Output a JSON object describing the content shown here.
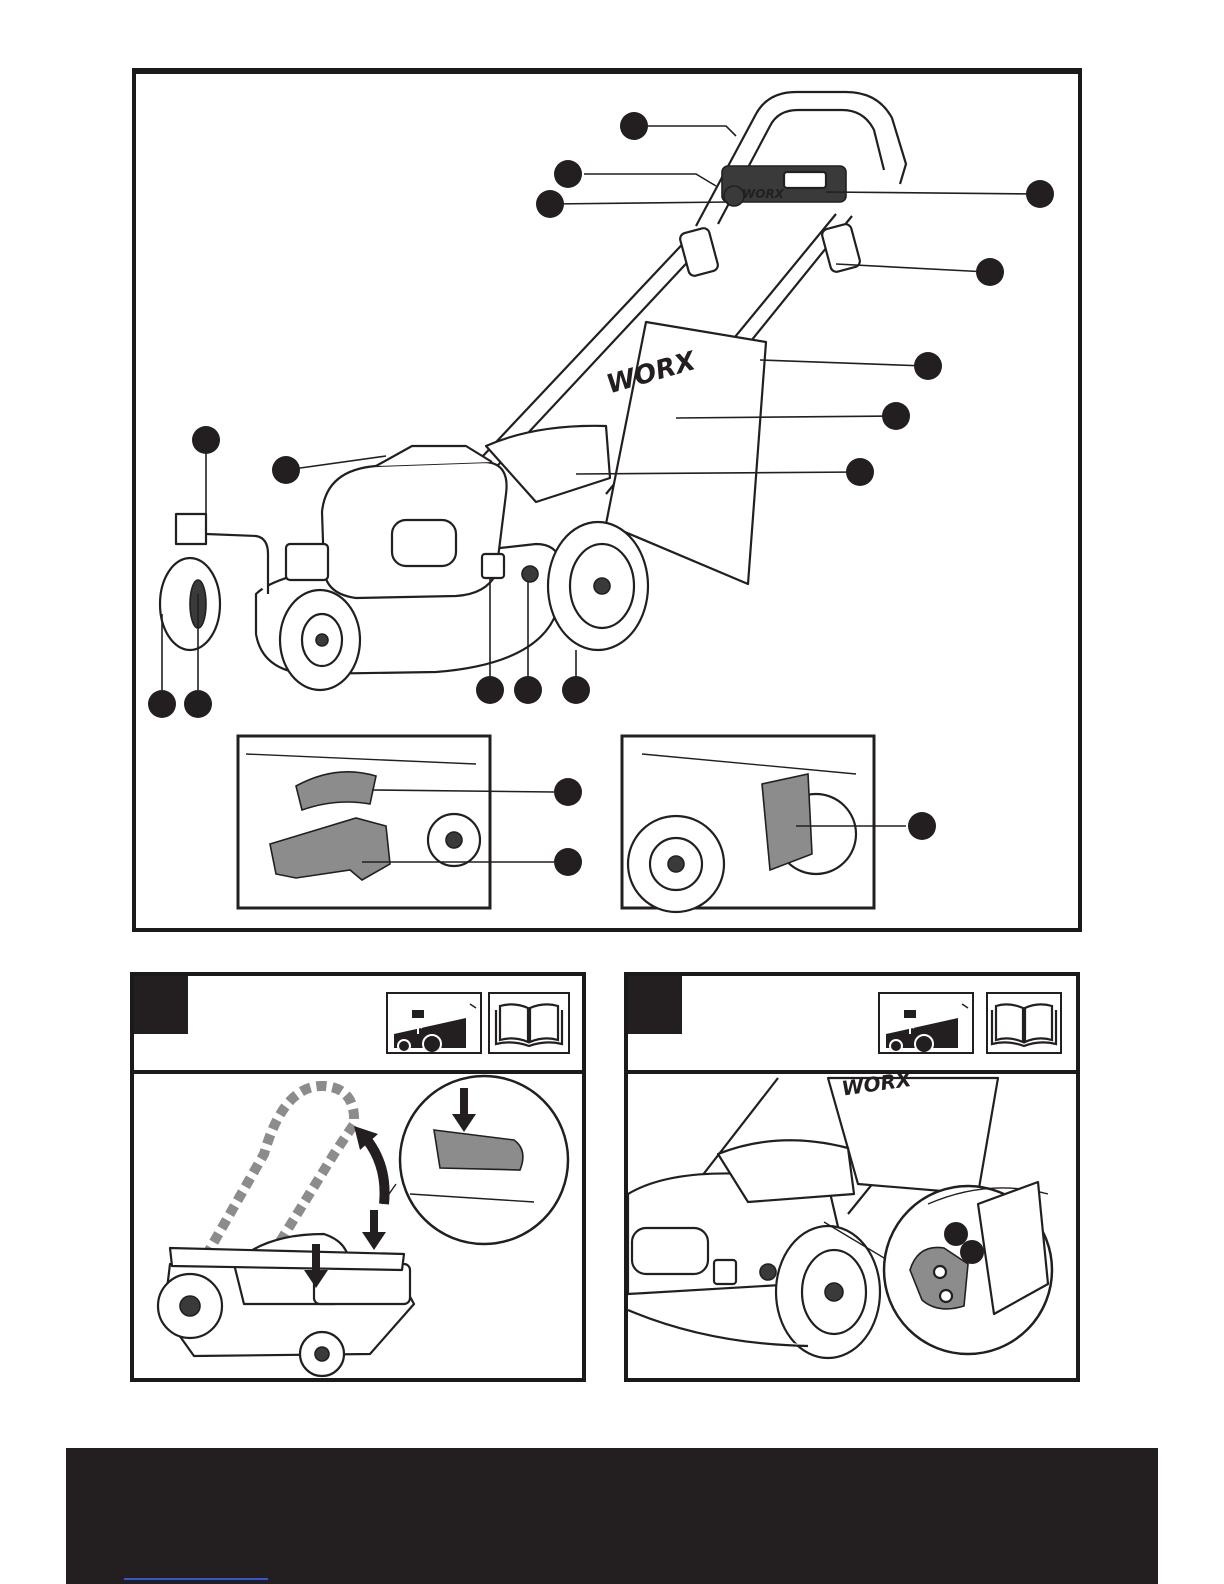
{
  "brand": {
    "wordmark": "WORX"
  },
  "overview": {
    "callout_count": 19,
    "inset_left_name": "grass-bag-detail",
    "inset_right_name": "mulching-plug-detail"
  },
  "steps": [
    {
      "id": "step-a",
      "icons": [
        "mower-battery-icon",
        "manual-book-icon"
      ]
    },
    {
      "id": "step-b",
      "icons": [
        "mower-battery-icon",
        "manual-book-icon"
      ]
    }
  ],
  "colors": {
    "ink": "#231f20",
    "callout": "#231f20",
    "shade": "#8c8c8c",
    "link": "#3355dd"
  }
}
